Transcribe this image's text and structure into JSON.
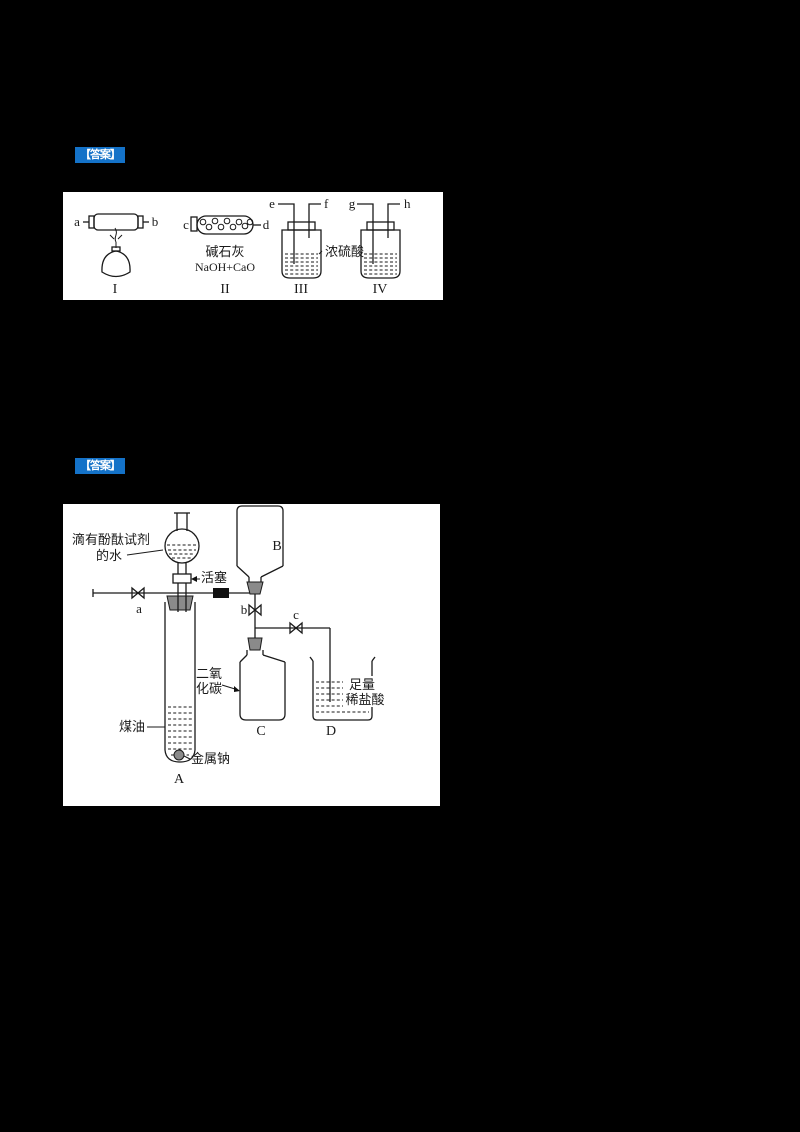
{
  "colors": {
    "background": "#000000",
    "paper": "#ffffff",
    "badge_bg": "#1472c8",
    "badge_text": "#ffffff",
    "ink": "#1a1a1a"
  },
  "badge1": "【答案】",
  "badge2": "【答案】",
  "figure1": {
    "ports": {
      "a": "a",
      "b": "b",
      "c": "c",
      "d": "d",
      "e": "e",
      "f": "f",
      "g": "g",
      "h": "h"
    },
    "romans": {
      "i": "I",
      "ii": "II",
      "iii": "III",
      "iv": "IV"
    },
    "drying_agent_line1": "碱石灰",
    "drying_agent_line2": "NaOH+CaO",
    "acid_label": "浓硫酸"
  },
  "figure2": {
    "funnel_label_line1": "滴有酚酞试剂",
    "funnel_label_line2": "的水",
    "stopcock_label": "活塞",
    "valves": {
      "a": "a",
      "b": "b",
      "c": "c"
    },
    "vessels": {
      "a": "A",
      "b": "B",
      "c": "C",
      "d": "D"
    },
    "co2_line1": "二氧",
    "co2_line2": "化碳",
    "kerosene_label": "煤油",
    "sodium_label": "金属钠",
    "acid_line1": "足量",
    "acid_line2": "稀盐酸"
  }
}
